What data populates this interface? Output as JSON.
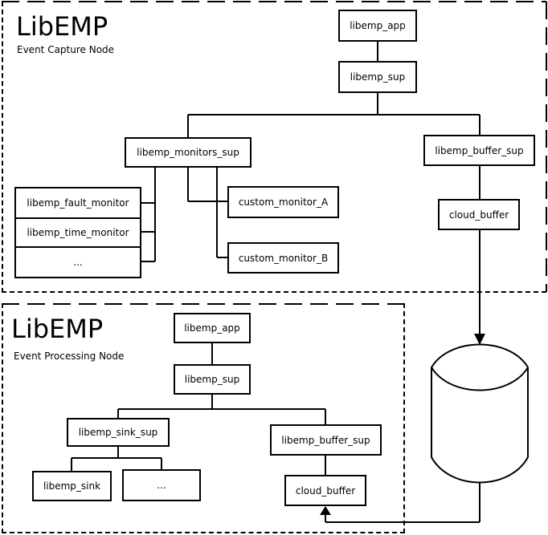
{
  "capture_node": {
    "title": "LibEMP",
    "subtitle": "Event Capture Node",
    "app": "libemp_app",
    "sup": "libemp_sup",
    "monitors_sup": "libemp_monitors_sup",
    "buffer_sup": "libemp_buffer_sup",
    "cloud_buffer": "cloud_buffer",
    "monitor_list": [
      "libemp_fault_monitor",
      "libemp_time_monitor",
      "..."
    ],
    "custom_monitor_a": "custom_monitor_A",
    "custom_monitor_b": "custom_monitor_B"
  },
  "processing_node": {
    "title": "LibEMP",
    "subtitle": "Event Processing Node",
    "app": "libemp_app",
    "sup": "libemp_sup",
    "sink_sup": "libemp_sink_sup",
    "buffer_sup": "libemp_buffer_sup",
    "cloud_buffer": "cloud_buffer",
    "sink": "libemp_sink",
    "sink_more": "..."
  }
}
